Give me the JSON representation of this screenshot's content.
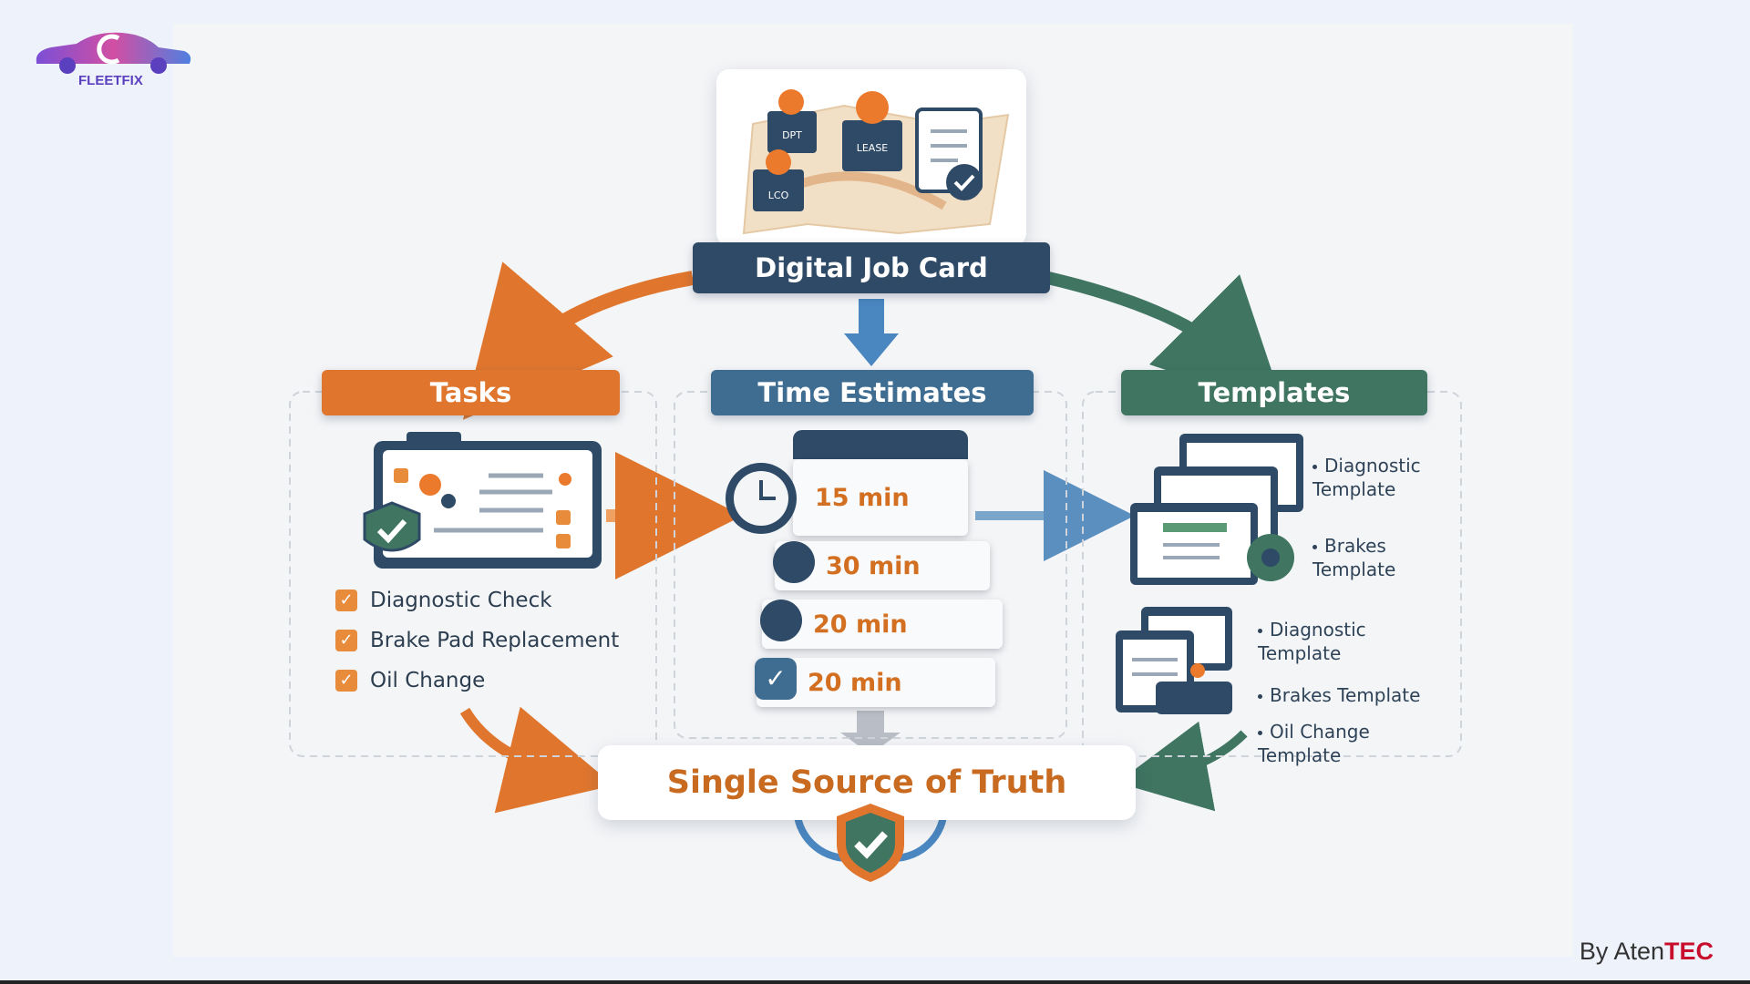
{
  "brand": {
    "logo_text": "FLEETFIX"
  },
  "hub": {
    "title": "Digital Job Card",
    "pins": [
      "DPT",
      "LEASE",
      "LCO"
    ]
  },
  "columns": {
    "tasks": {
      "title": "Tasks",
      "items": [
        "Diagnostic Check",
        "Brake Pad Replacement",
        "Oil Change"
      ]
    },
    "time_estimates": {
      "title": "Time Estimates",
      "items": [
        "15 min",
        "30 min",
        "20 min",
        "20 min"
      ]
    },
    "templates": {
      "title": "Templates",
      "group1": [
        "Diagnostic Template",
        "Brakes Template"
      ],
      "group2": [
        "Diagnostic Template",
        "Brakes Template",
        "Oil Change Template"
      ]
    }
  },
  "result": {
    "title": "Single Source of Truth"
  },
  "byline": {
    "prefix": "By Aten",
    "accent": "TEC"
  },
  "colors": {
    "orange": "#e0762e",
    "navy": "#2e4a66",
    "blue": "#3f6d92",
    "green": "#3f7561",
    "truth_text": "#c86a20"
  }
}
